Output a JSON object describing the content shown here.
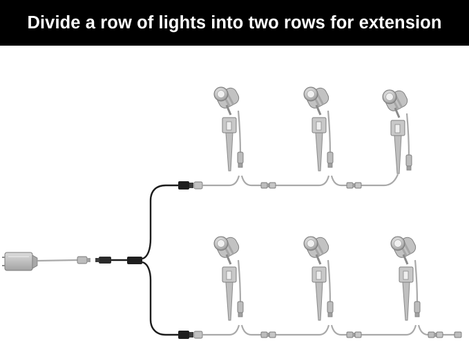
{
  "banner": {
    "title": "Divide a row of lights into two rows for extension",
    "background": "#000000",
    "text_color": "#ffffff"
  },
  "diagram": {
    "rows": 2,
    "lights_per_row": 3,
    "components": [
      "power-adapter",
      "y-splitter",
      "spike-spotlight",
      "cable-connector"
    ],
    "colors": {
      "main_cable": "#1c1c1c",
      "extension_cable": "#a9a9a9",
      "light_body": "#b9b9b9"
    }
  }
}
